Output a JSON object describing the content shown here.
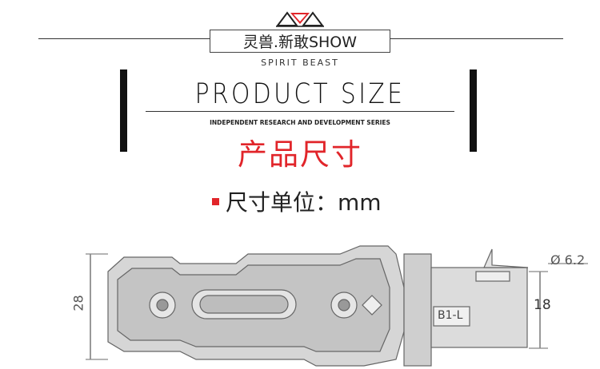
{
  "header": {
    "brand_text": "灵兽.新敢SHOW",
    "subtitle": "SPIRIT BEAST"
  },
  "section": {
    "title": "PRODUCT SIZE",
    "series_text": "INDEPENDENT RESEARCH AND DEVELOPMENT SERIES",
    "cn_title": "产品尺寸",
    "unit_text": "尺寸单位：mm"
  },
  "drawing": {
    "height_dim": "28",
    "width_dim": "18",
    "diameter_dim": "Ø 6.2",
    "part_label": "B1-L"
  },
  "colors": {
    "accent": "#e1252a",
    "text": "#222222"
  }
}
